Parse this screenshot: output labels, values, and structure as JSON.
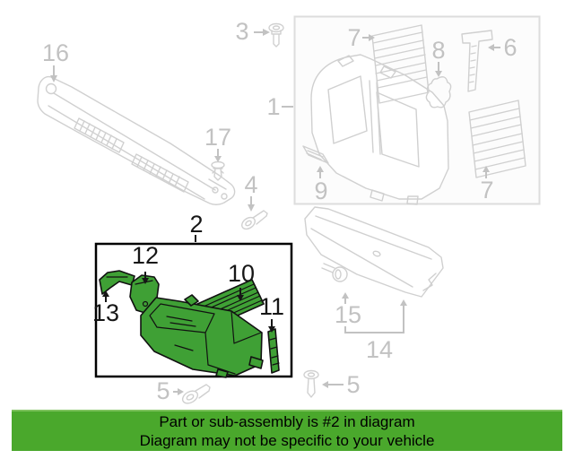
{
  "diagram": {
    "highlighted_part": "2",
    "callouts": [
      {
        "label": "16",
        "shade": "gray"
      },
      {
        "label": "3",
        "shade": "gray"
      },
      {
        "label": "1",
        "shade": "gray"
      },
      {
        "label": "17",
        "shade": "gray"
      },
      {
        "label": "4",
        "shade": "gray"
      },
      {
        "label": "7",
        "shade": "gray"
      },
      {
        "label": "8",
        "shade": "gray"
      },
      {
        "label": "6",
        "shade": "gray"
      },
      {
        "label": "9",
        "shade": "gray"
      },
      {
        "label": "7",
        "shade": "gray"
      },
      {
        "label": "15",
        "shade": "gray"
      },
      {
        "label": "14",
        "shade": "gray"
      },
      {
        "label": "5",
        "shade": "gray"
      },
      {
        "label": "5",
        "shade": "gray"
      },
      {
        "label": "2",
        "shade": "black"
      },
      {
        "label": "12",
        "shade": "black"
      },
      {
        "label": "13",
        "shade": "black"
      },
      {
        "label": "10",
        "shade": "black"
      },
      {
        "label": "11",
        "shade": "black"
      }
    ]
  },
  "banner": {
    "line1": "Part or sub-assembly is #2 in diagram",
    "line2": "Diagram may not be specific to your vehicle"
  },
  "colors": {
    "page_bg": "#ffffff",
    "gray_line": "#d0d0d0",
    "gray_label": "#c2c2c2",
    "box_border": "#dddddd",
    "black_label": "#161616",
    "highlight_box_border": "#000000",
    "part_green": "#3fa035",
    "part_outline": "#111111",
    "banner_bg": "#4aa82c",
    "banner_top_edge": "#7cc15b",
    "banner_text": "#000000"
  }
}
